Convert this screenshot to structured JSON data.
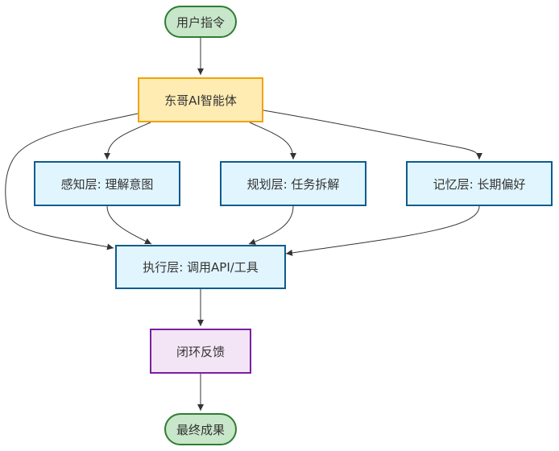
{
  "diagram": {
    "nodes": {
      "user_command": {
        "label": "用户指令"
      },
      "agent": {
        "label": "东哥AI智能体"
      },
      "perception": {
        "label": "感知层: 理解意图"
      },
      "planning": {
        "label": "规划层: 任务拆解"
      },
      "memory": {
        "label": "记忆层: 长期偏好"
      },
      "execution": {
        "label": "执行层: 调用API/工具"
      },
      "feedback": {
        "label": "闭环反馈"
      },
      "result": {
        "label": "最终成果"
      }
    },
    "edges": [
      {
        "from": "user_command",
        "to": "agent"
      },
      {
        "from": "agent",
        "to": "perception"
      },
      {
        "from": "agent",
        "to": "planning"
      },
      {
        "from": "agent",
        "to": "memory"
      },
      {
        "from": "agent",
        "to": "execution"
      },
      {
        "from": "perception",
        "to": "execution"
      },
      {
        "from": "planning",
        "to": "execution"
      },
      {
        "from": "memory",
        "to": "execution"
      },
      {
        "from": "execution",
        "to": "feedback"
      },
      {
        "from": "feedback",
        "to": "result"
      }
    ],
    "colors": {
      "edge": "#333333",
      "start_end_fill": "#c8e6c9",
      "start_end_border": "#2e7d32",
      "agent_fill": "#ffecb3",
      "agent_border": "#f0a30a",
      "layer_fill": "#e1f5fe",
      "layer_border": "#0d5c8c",
      "feedback_fill": "#f3e5f5",
      "feedback_border": "#7b1fa2"
    }
  }
}
